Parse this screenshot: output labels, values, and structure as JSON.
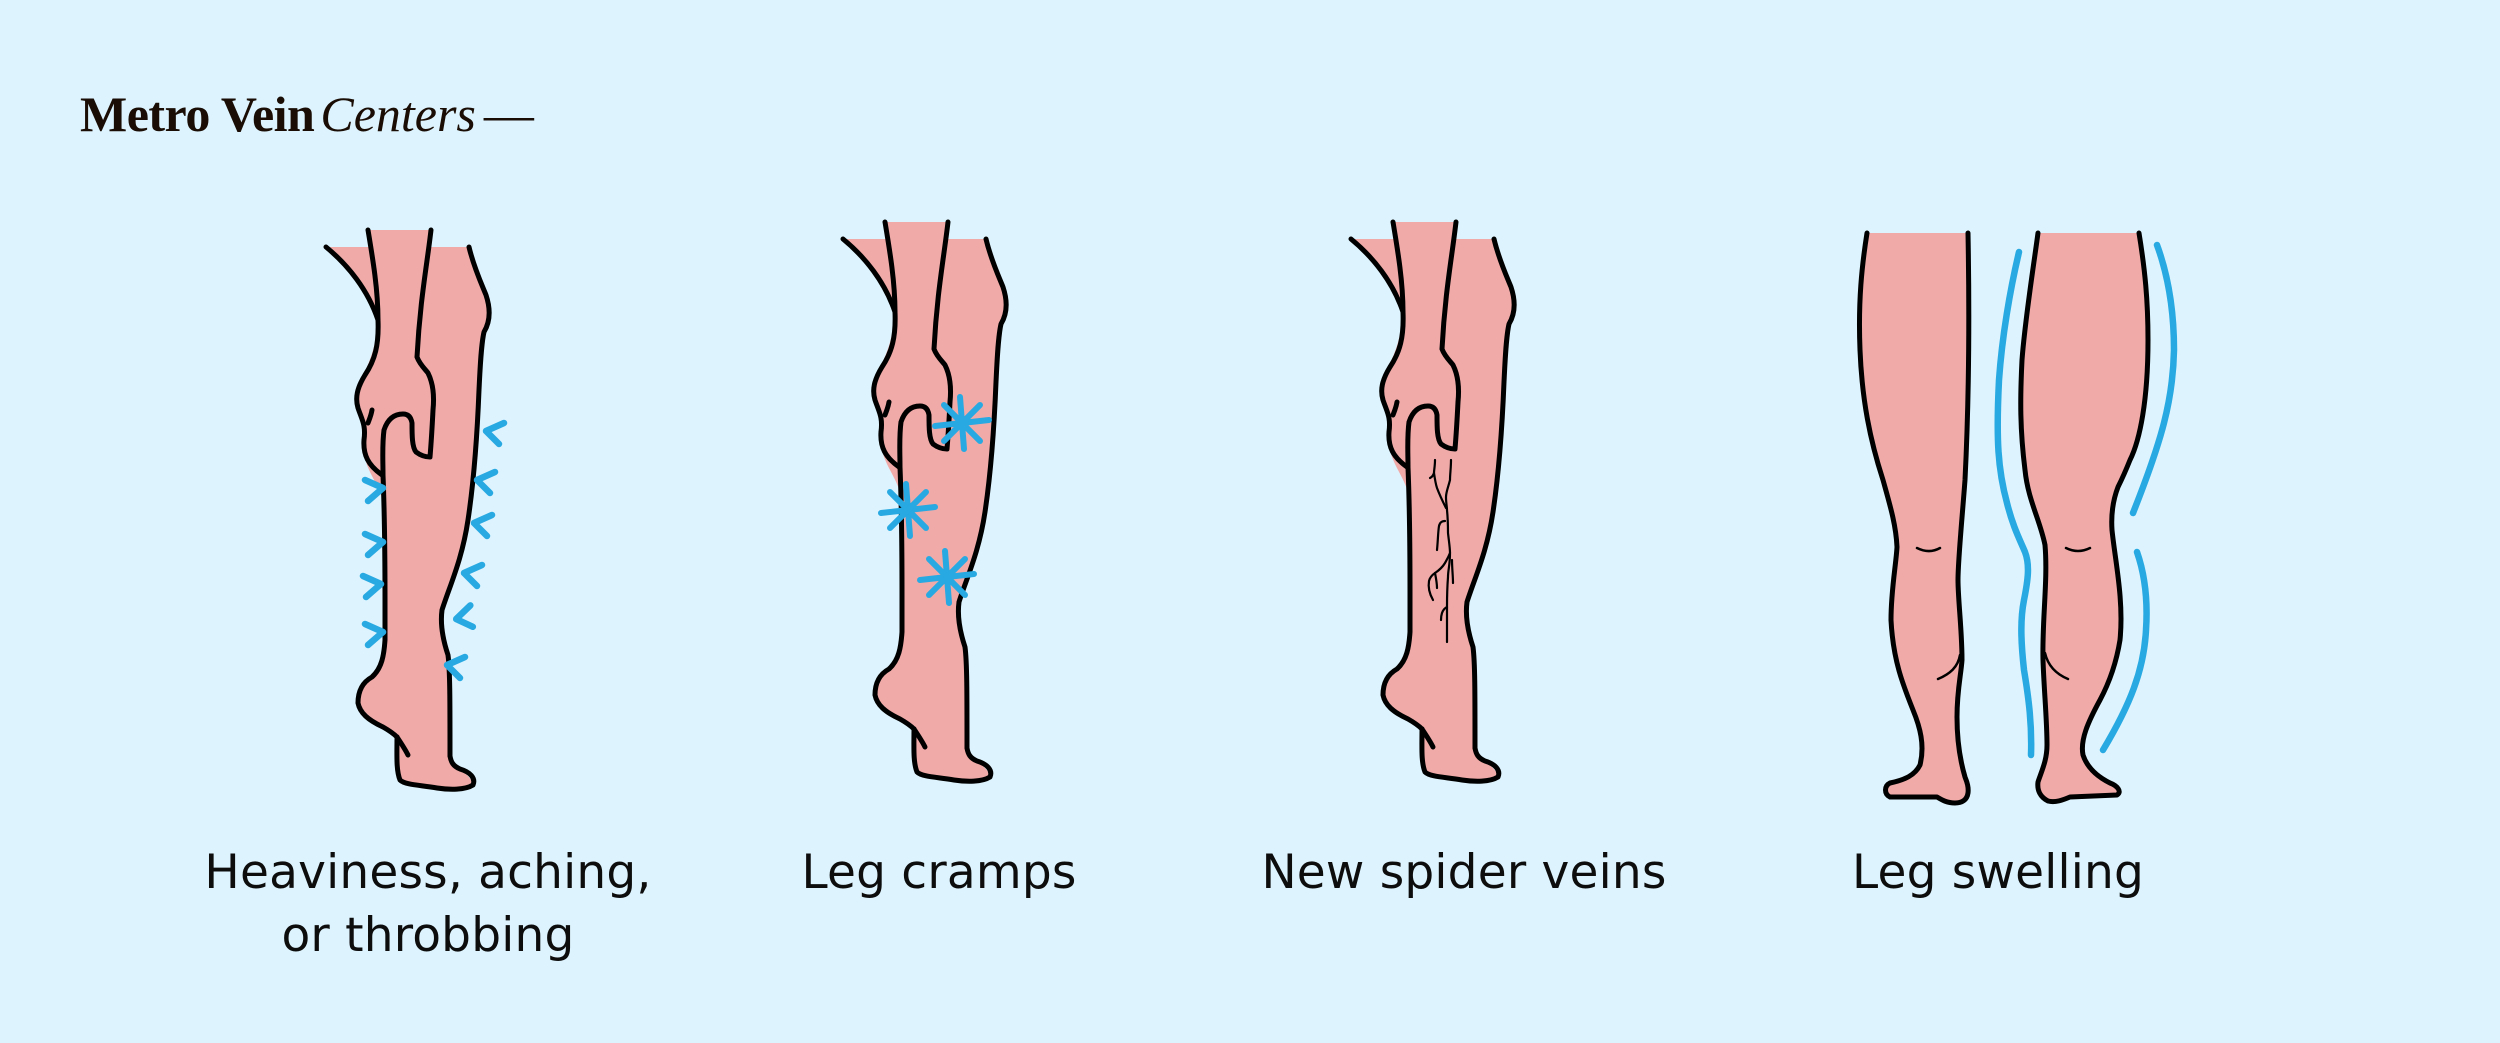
{
  "brand": {
    "name_bold": "Metro Vein",
    "name_italic": "Centers",
    "dash": "—"
  },
  "colors": {
    "background": "#ddf4fe",
    "skin": "#f0aaa8",
    "outline": "#000000",
    "accent_blue": "#29a9e1",
    "text": "#0d0d0d"
  },
  "symptoms": [
    {
      "id": "heaviness",
      "label_line1": "Heaviness, aching,",
      "label_line2": "or throbbing",
      "icon": "leg-side-with-pressure-chevrons-icon"
    },
    {
      "id": "cramps",
      "label_line1": "Leg cramps",
      "icon": "leg-side-with-cramp-stars-icon"
    },
    {
      "id": "spider-veins",
      "label_line1": "New spider veins",
      "icon": "leg-side-with-spider-veins-icon"
    },
    {
      "id": "swelling",
      "label_line1": "Leg swelling",
      "icon": "legs-front-with-swelling-lines-icon"
    }
  ]
}
